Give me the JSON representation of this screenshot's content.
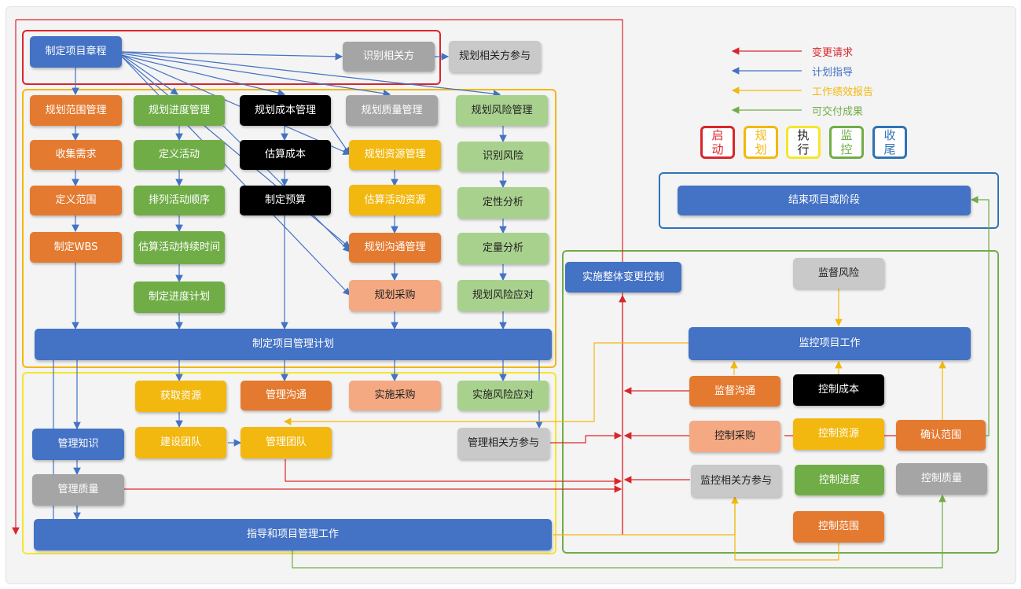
{
  "nodes": {
    "charter": "制定项目章程",
    "identify_stakeholders": "识别相关方",
    "plan_stakeholder": "规划相关方参与",
    "plan_scope": "规划范围管理",
    "collect_req": "收集需求",
    "define_scope": "定义范围",
    "create_wbs": "制定WBS",
    "plan_schedule": "规划进度管理",
    "define_activities": "定义活动",
    "sequence": "排列活动顺序",
    "estimate_duration": "估算活动持续时间",
    "develop_schedule": "制定进度计划",
    "plan_cost": "规划成本管理",
    "estimate_cost": "估算成本",
    "budget": "制定预算",
    "plan_quality": "规划质量管理",
    "plan_resource": "规划资源管理",
    "estimate_resource": "估算活动资源",
    "plan_comm": "规划沟通管理",
    "plan_procure": "规划采购",
    "plan_risk": "规划风险管理",
    "identify_risk": "识别风险",
    "qualitative": "定性分析",
    "quantitative": "定量分析",
    "plan_response": "规划风险应对",
    "pm_plan": "制定项目管理计划",
    "acquire": "获取资源",
    "develop_team": "建设团队",
    "manage_comm": "管理沟通",
    "manage_team": "管理团队",
    "conduct_procure": "实施采购",
    "implement_response": "实施风险应对",
    "manage_engagement": "管理相关方参与",
    "manage_knowledge": "管理知识",
    "manage_quality": "管理质量",
    "direct": "指导和项目管理工作",
    "change_control": "实施整体变更控制",
    "close": "结束项目或阶段",
    "monitor_risk": "监督风险",
    "monitor_work": "监控项目工作",
    "monitor_comm": "监督沟通",
    "control_cost": "控制成本",
    "control_procure": "控制采购",
    "control_resource": "控制资源",
    "validate_scope": "确认范围",
    "monitor_engagement": "监控相关方参与",
    "control_schedule": "控制进度",
    "control_quality": "控制质量",
    "control_scope": "控制范围"
  },
  "legend": {
    "change": "变更请求",
    "plan": "计划指导",
    "report": "工作绩效报告",
    "deliver": "可交付成果"
  },
  "phases": {
    "initiating": "启动",
    "planning": "规划",
    "executing": "执行",
    "monitoring": "监控",
    "closing": "收尾"
  },
  "colors": {
    "change": "#d9262b",
    "plan": "#4472c4",
    "report": "#f2b80f",
    "deliver": "#70ad47"
  }
}
